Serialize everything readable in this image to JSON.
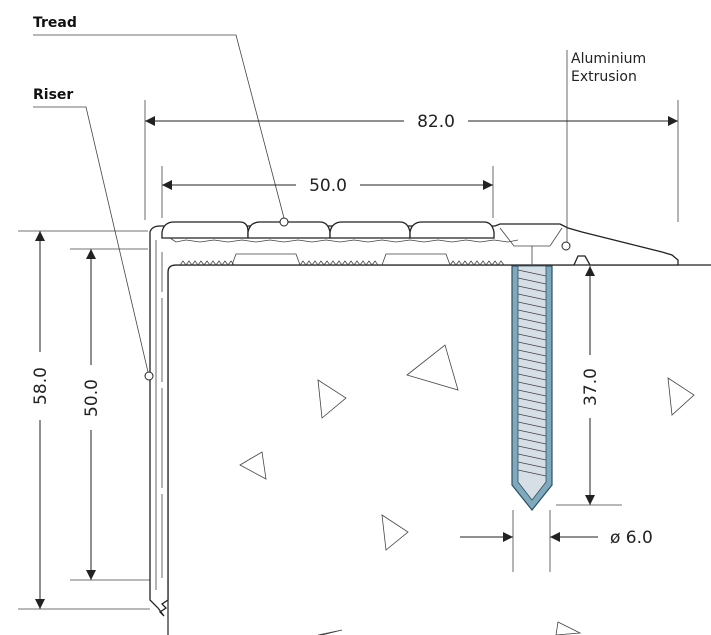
{
  "labels": {
    "tread": "Tread",
    "riser": "Riser",
    "extrusion_line1": "Aluminium",
    "extrusion_line2": "Extrusion"
  },
  "dimensions": {
    "overall_width": "82.0",
    "tread_width": "50.0",
    "overall_height": "58.0",
    "riser_height": "50.0",
    "screw_depth": "37.0",
    "screw_diameter": "ø 6.0"
  },
  "colors": {
    "line": "#222222",
    "screw_fill": "#7fa9bd",
    "screw_outline": "#2d4f63"
  }
}
